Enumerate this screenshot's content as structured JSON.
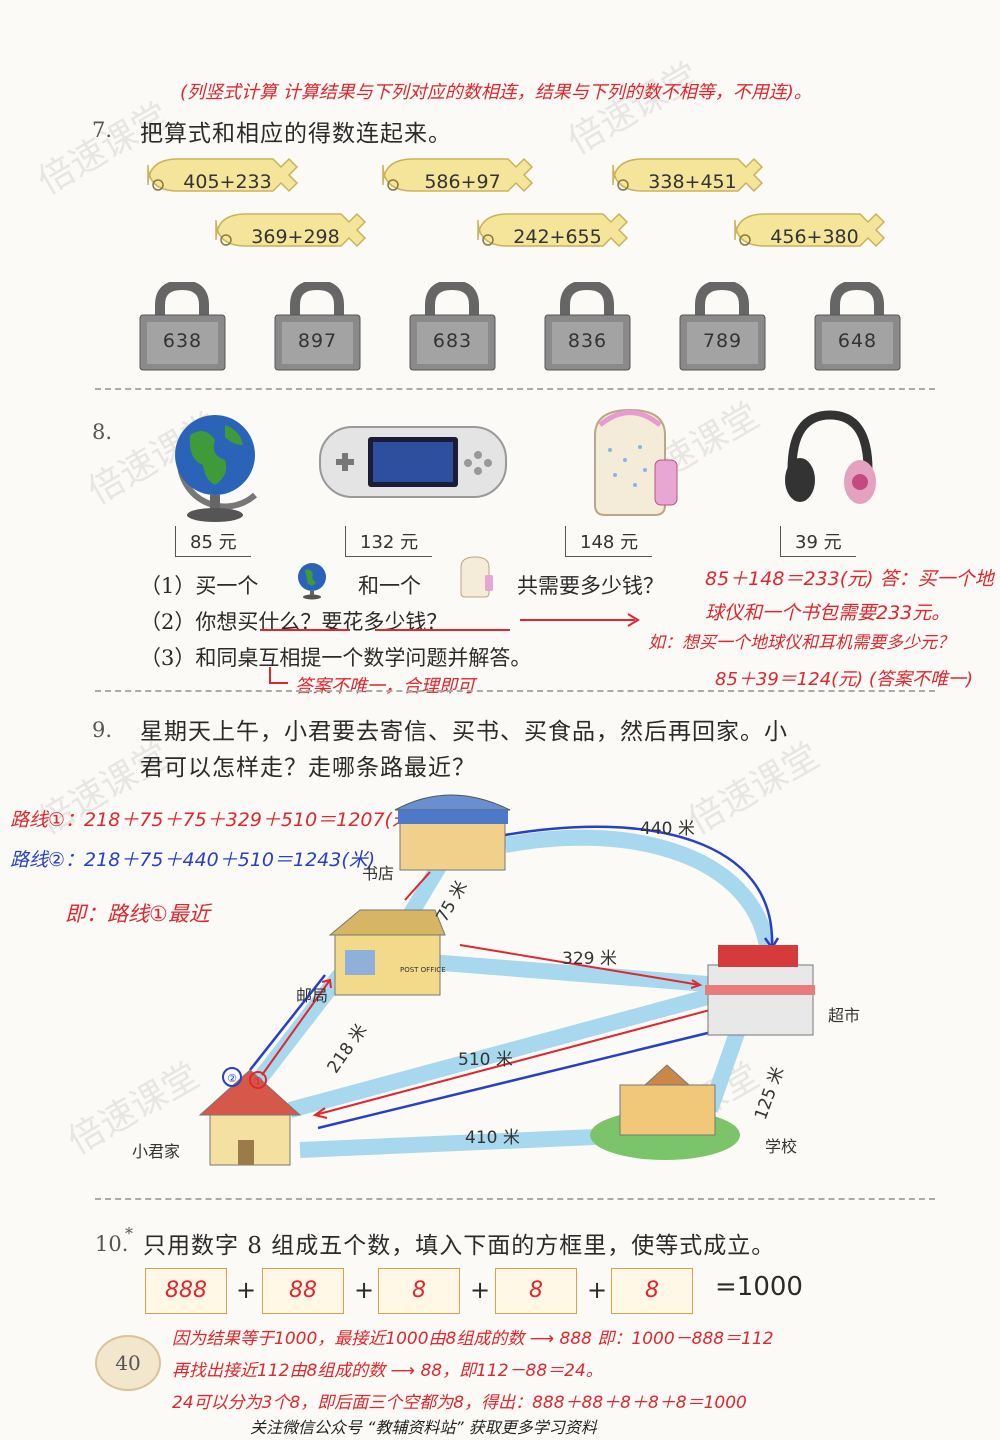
{
  "watermark": "倍速课堂",
  "note_top": "(列竖式计算 计算结果与下列对应的数相连，结果与下列的数不相等，不用连)。",
  "q7": {
    "num": "7.",
    "text": "把算式和相应的得数连起来。",
    "keys": [
      "405+233",
      "586+97",
      "338+451",
      "369+298",
      "242+655",
      "456+380"
    ],
    "locks": [
      "638",
      "897",
      "683",
      "836",
      "789",
      "648"
    ]
  },
  "q8": {
    "num": "8.",
    "prices": [
      "85 元",
      "132 元",
      "148 元",
      "39 元"
    ],
    "items": [
      "globe-icon",
      "game-console-icon",
      "backpack-icon",
      "headphones-icon"
    ],
    "sub1_a": "（1）买一个",
    "sub1_b": "和一个",
    "sub1_c": "共需要多少钱？",
    "sub2": "（2）你想买什么？要花多少钱？",
    "sub3": "（3）和同桌互相提一个数学问题并解答。",
    "ans1_line1": "85＋148＝233(元) 答：买一个地",
    "ans1_line2": "球仪和一个书包需要233元。",
    "ans2_line1": "如：想买一个地球仪和耳机需要多少元？",
    "ans2_line2": "85＋39＝124(元) (答案不唯一)",
    "ans3": "答案不唯一，合理即可"
  },
  "q9": {
    "num": "9.",
    "text_line1": "星期天上午，小君要去寄信、买书、买食品，然后再回家。小",
    "text_line2": "君可以怎样走？走哪条路最近？",
    "route1": "路线①：218＋75＋75＋329＋510＝1207(米)",
    "route2": "路线②：218＋75＋440＋510＝1243(米)",
    "conclusion": "即：路线①最近",
    "places": {
      "bookstore": "书店",
      "post": "邮局",
      "market": "超市",
      "home": "小君家",
      "school": "学校"
    },
    "post_sign": "POST OFFICE",
    "marks": {
      "one": "①",
      "two": "②"
    },
    "distances": {
      "d440": "440 米",
      "d75": "75 米",
      "d329": "329 米",
      "d218": "218 米",
      "d510": "510 米",
      "d125": "125 米",
      "d410": "410 米"
    }
  },
  "q10": {
    "num": "10.",
    "star": "*",
    "text": "只用数字 8 组成五个数，填入下面的方框里，使等式成立。",
    "boxes": [
      "888",
      "88",
      "8",
      "8",
      "8"
    ],
    "plus": "+",
    "result": "=1000",
    "exp1": "因为结果等于1000，最接近1000由8组成的数 ⟶ 888 即：1000－888＝112",
    "exp2": "再找出接近112由8组成的数 ⟶ 88，即112－88＝24。",
    "exp3": "24可以分为3个8，即后面三个空都为8，得出：888＋88＋8＋8＋8＝1000"
  },
  "page_number": "40",
  "footer": "关注微信公众号 “教辅资料站” 获取更多学习资料"
}
